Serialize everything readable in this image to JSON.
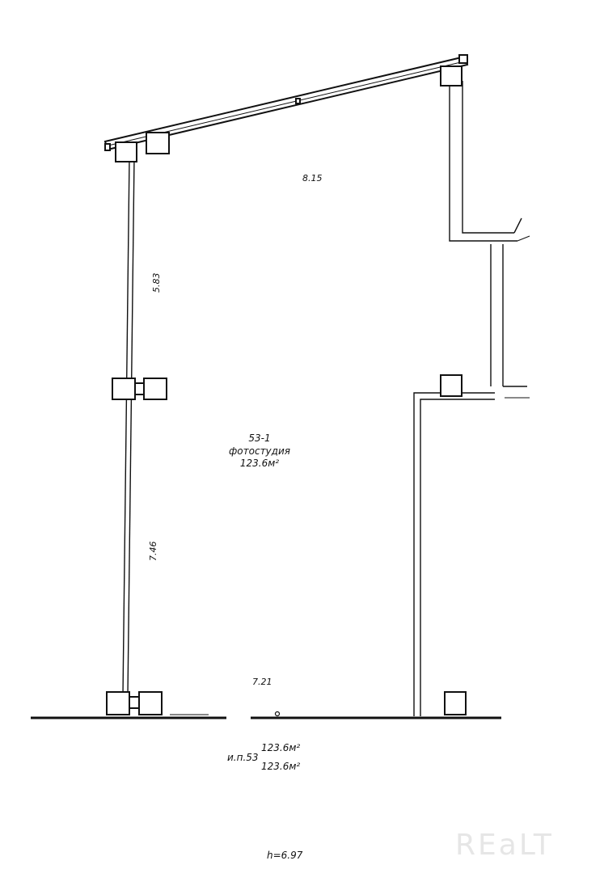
{
  "dimensions": {
    "top": "8.15",
    "left_upper": "5.83",
    "left_lower": "7.46",
    "bottom": "7.21"
  },
  "room": {
    "number": "53-1",
    "name": "фотостудия",
    "area": "123.6м²"
  },
  "summary": {
    "label": "и.п.53",
    "area_1": "123.6м²",
    "area_2": "123.6м²"
  },
  "height": "h=6.97",
  "watermark": "REaLT"
}
